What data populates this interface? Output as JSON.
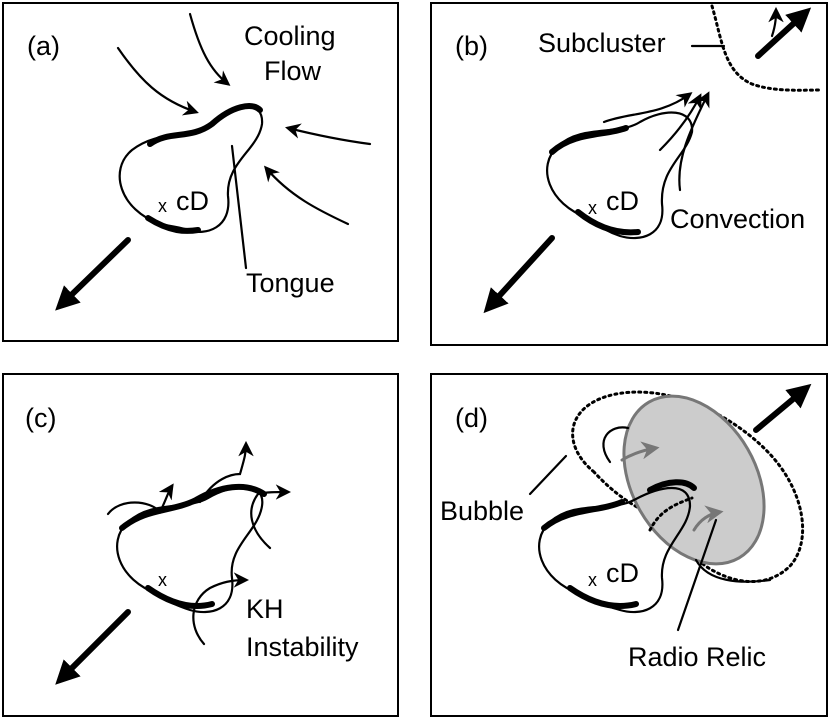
{
  "panels": {
    "a": {
      "label": "(a)",
      "cooling_flow_line1": "Cooling",
      "cooling_flow_line2": "Flow",
      "cd_marker": "x",
      "cd_label": "cD",
      "tongue_label": "Tongue"
    },
    "b": {
      "label": "(b)",
      "subcluster_label": "Subcluster",
      "cd_marker": "x",
      "cd_label": "cD",
      "convection_label": "Convection"
    },
    "c": {
      "label": "(c)",
      "cd_marker": "x",
      "kh_line1": "KH",
      "kh_line2": "Instability"
    },
    "d": {
      "label": "(d)",
      "bubble_label": "Bubble",
      "cd_marker": "x",
      "cd_label": "cD",
      "radio_relic_label": "Radio Relic"
    }
  },
  "colors": {
    "relic_fill": "#cccccc",
    "relic_stroke": "#777777"
  }
}
